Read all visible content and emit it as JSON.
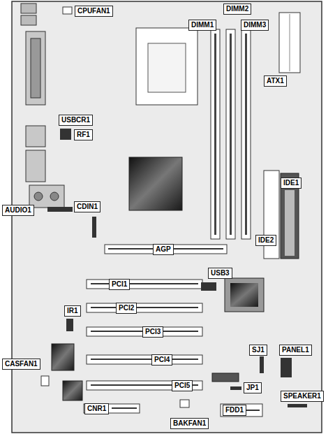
{
  "diagram": {
    "labels": [
      "CPUFAN1",
      "DIMM2",
      "DIMM1",
      "DIMM3",
      "ATX1",
      "USBCR1",
      "RF1",
      "IDE1",
      "AUDIO1",
      "CDIN1",
      "IDE2",
      "AGP",
      "USB3",
      "PCI1",
      "PCI2",
      "IR1",
      "PCI3",
      "SJ1",
      "PANEL1",
      "CASFAN1",
      "PCI4",
      "PCI5",
      "JP1",
      "SPEAKER1",
      "CNR1",
      "FDD1",
      "BAKFAN1"
    ]
  }
}
